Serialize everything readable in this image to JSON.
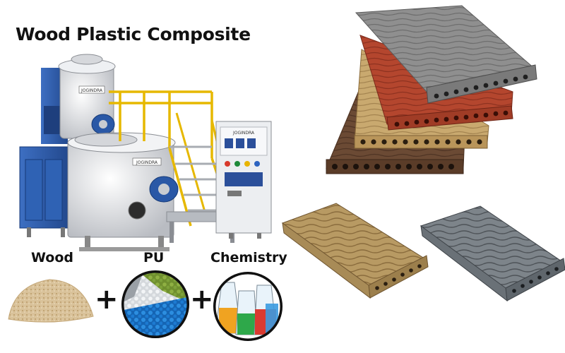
{
  "title": "Wood Plastic Composite",
  "machine_brand": "JOGINDRA",
  "ingredients": [
    {
      "label": "Wood"
    },
    {
      "label": "PU"
    },
    {
      "label": "Chemistry"
    }
  ],
  "operator": "+",
  "colors": {
    "machine_blue": "#2f5fae",
    "machine_silver": "#dcdcdc",
    "stair_yellow": "#f2c200",
    "board_grey": "#8b8b8b",
    "board_red": "#b4462e",
    "board_tan": "#c8a56b",
    "board_brown": "#6b4a34",
    "pellet_blue": "#1b78c8"
  }
}
